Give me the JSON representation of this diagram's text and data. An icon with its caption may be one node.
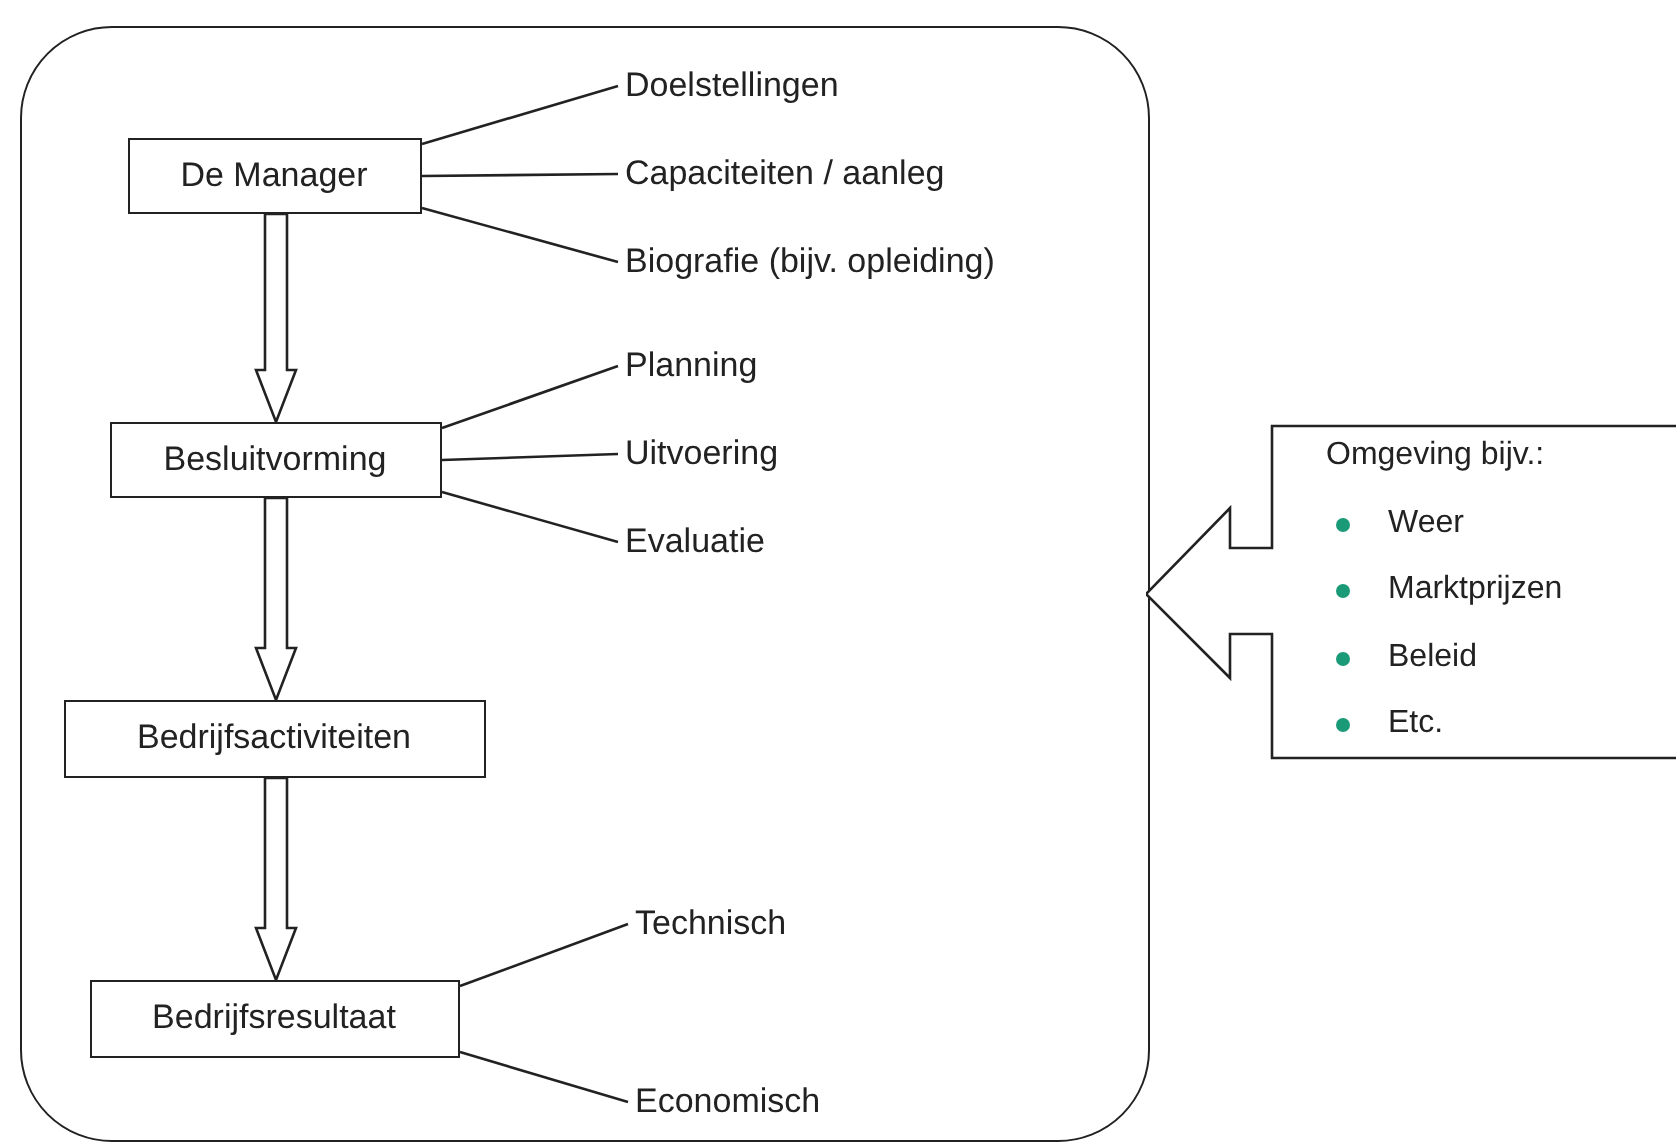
{
  "diagram": {
    "nodes": [
      {
        "text": [],
        "shape": "box"
      },
      {
        "text": [
          "De Manager"
        ],
        "in": 0
      },
      {
        "text": [
          "Doelstellingen"
        ],
        "in": 0
      },
      {
        "text": [
          "Capaciteiten / aanleg"
        ],
        "in": 0
      },
      {
        "text": [
          "Biografie (bijv. opleiding)"
        ],
        "in": 0
      },
      {
        "text": [
          "Besluitvorming"
        ],
        "in": 0
      },
      {
        "text": [
          "Planning"
        ],
        "in": 0
      },
      {
        "text": [
          "Uitvoering"
        ],
        "in": 0
      },
      {
        "text": [
          "Evaluatie"
        ],
        "in": 0
      },
      {
        "text": [
          "Bedrijfsactiviteiten"
        ],
        "in": 0
      },
      {
        "text": [
          "Bedrijfsresultaat"
        ],
        "in": 0
      },
      {
        "text": [
          "Technisch"
        ],
        "in": 0
      },
      {
        "text": [
          "Economisch"
        ],
        "in": 0
      },
      {
        "text": [
          "Omgeving bijv.:",
          "Weer",
          "Marktprijzen",
          "Beleid",
          "Etc."
        ]
      }
    ],
    "edges": [
      {
        "from": 1,
        "to": 5,
        "arrow": "to"
      },
      {
        "from": 5,
        "to": 9,
        "arrow": "to"
      },
      {
        "from": 9,
        "to": 10,
        "arrow": "to"
      },
      {
        "from": 1,
        "to": 2,
        "arrow": "none"
      },
      {
        "from": 1,
        "to": 3,
        "arrow": "none"
      },
      {
        "from": 1,
        "to": 4,
        "arrow": "none"
      },
      {
        "from": 5,
        "to": 6,
        "arrow": "none"
      },
      {
        "from": 5,
        "to": 7,
        "arrow": "none"
      },
      {
        "from": 5,
        "to": 8,
        "arrow": "none"
      },
      {
        "from": 10,
        "to": 11,
        "arrow": "none"
      },
      {
        "from": 10,
        "to": 12,
        "arrow": "none"
      }
    ]
  }
}
